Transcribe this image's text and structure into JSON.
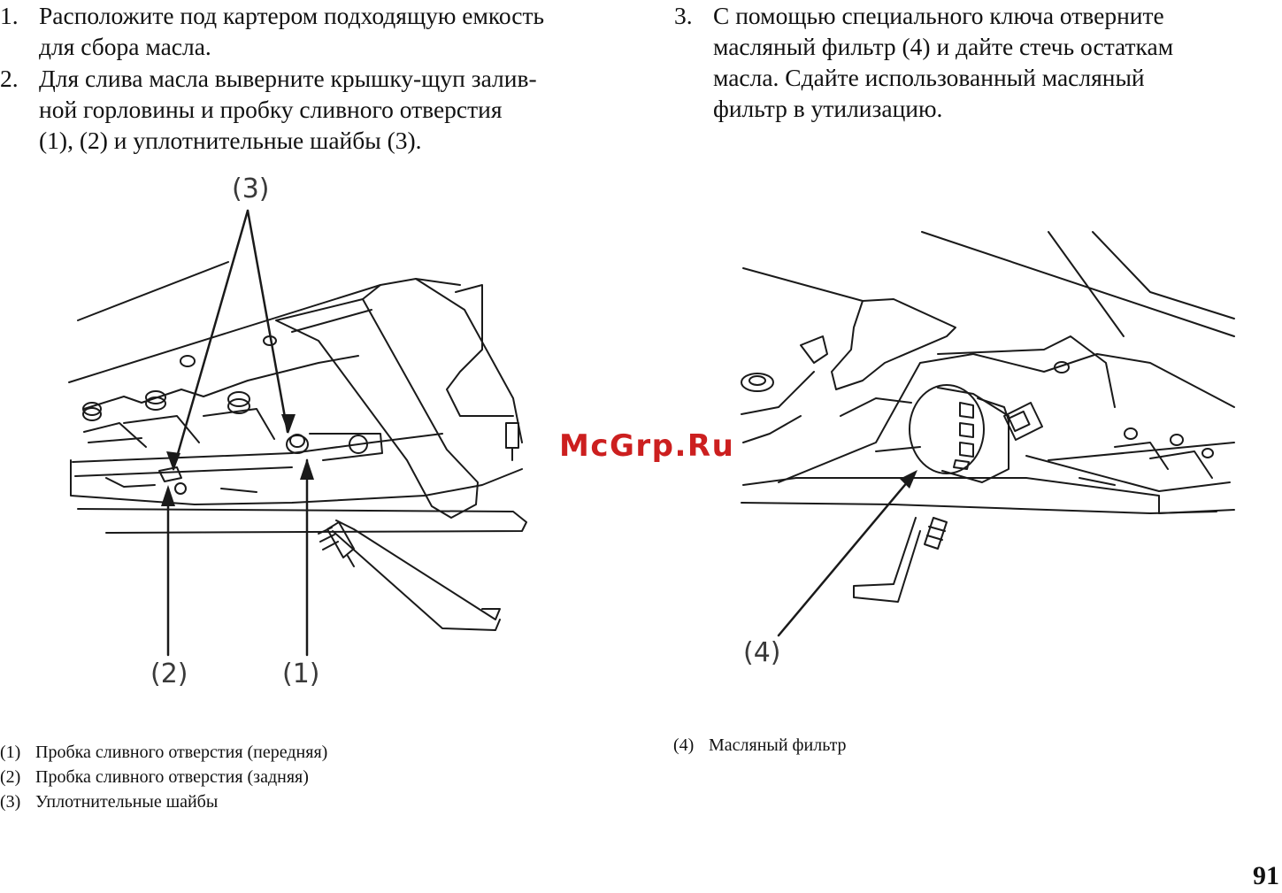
{
  "steps": [
    {
      "num": "1.",
      "lines": [
        "Расположите под картером подходящую емкость",
        "для сбора масла."
      ]
    },
    {
      "num": "2.",
      "lines": [
        "Для слива масла выверните крышку-щуп залив-",
        "ной горловины и пробку сливного отверстия",
        "(1), (2) и уплотнительные шайбы (3)."
      ]
    },
    {
      "num": "3.",
      "lines": [
        "С помощью специального ключа отверните",
        "масляный фильтр (4) и дайте стечь остаткам",
        "масла. Сдайте использованный масляный",
        "фильтр в утилизацию."
      ]
    }
  ],
  "figure_left": {
    "callouts": {
      "c1": "(1)",
      "c2": "(2)",
      "c3": "(3)"
    },
    "captions": [
      {
        "num": "(1)",
        "text": "Пробка сливного отверстия (передняя)"
      },
      {
        "num": "(2)",
        "text": "Пробка сливного отверстия (задняя)"
      },
      {
        "num": "(3)",
        "text": "Уплотнительные шайбы"
      }
    ]
  },
  "figure_right": {
    "callouts": {
      "c4": "(4)"
    },
    "captions": [
      {
        "num": "(4)",
        "text": "Масляный фильтр"
      }
    ]
  },
  "watermark": "McGrp.Ru",
  "page_number": "91"
}
